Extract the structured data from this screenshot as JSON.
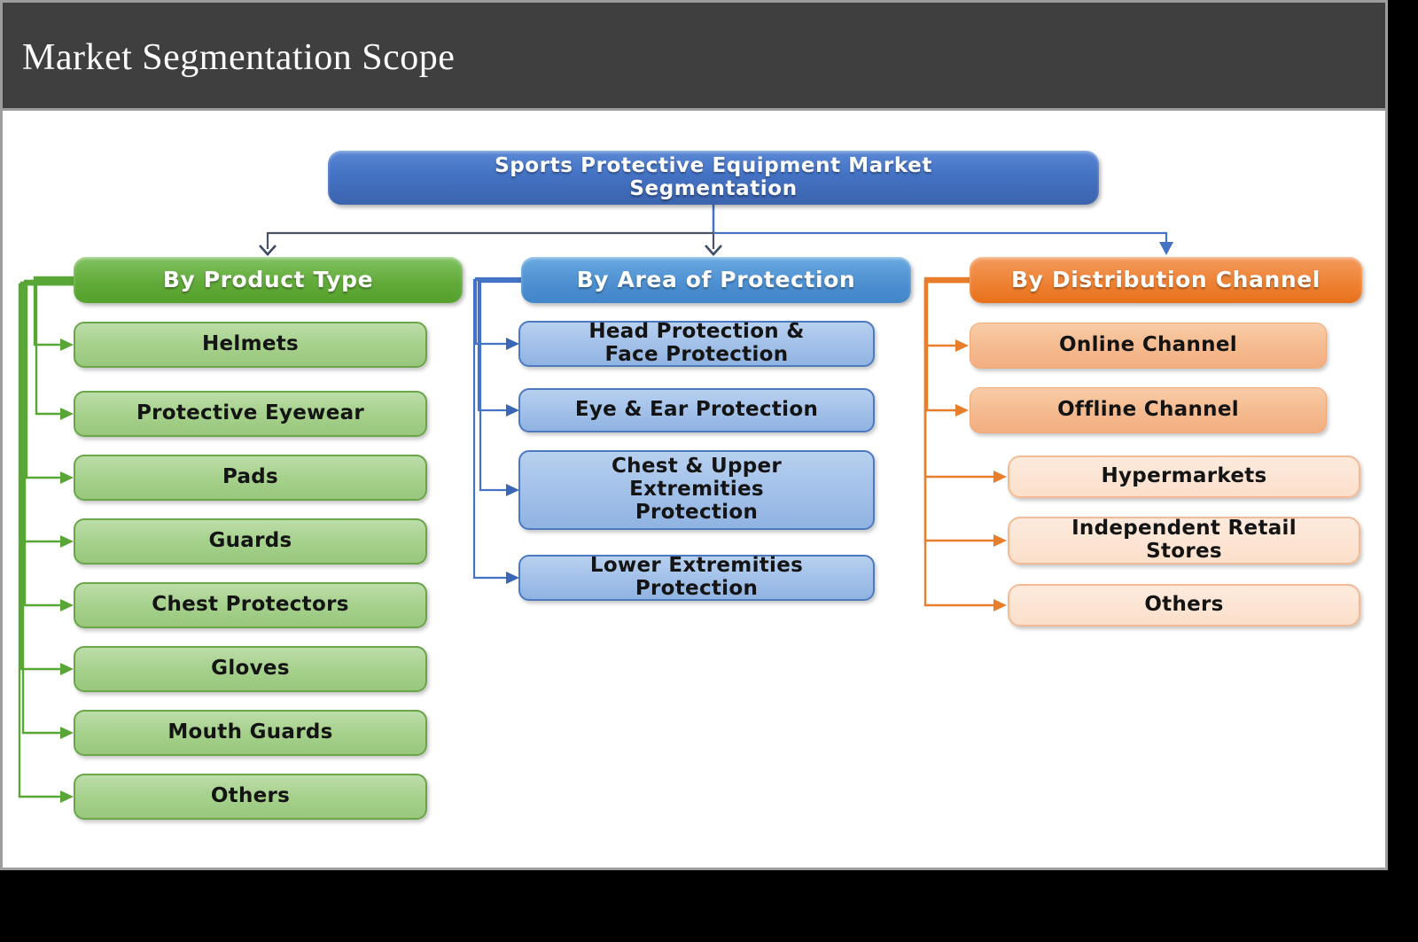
{
  "slide": {
    "title": "Market Segmentation Scope"
  },
  "root": {
    "label": "Sports Protective Equipment Market Segmentation"
  },
  "columns": [
    {
      "id": "product-type",
      "header": "By Product Type",
      "accent": "#70AD47",
      "items": [
        "Helmets",
        "Protective Eyewear",
        "Pads",
        "Guards",
        "Chest Protectors",
        "Gloves",
        "Mouth Guards",
        "Others"
      ]
    },
    {
      "id": "area-of-protection",
      "header": "By Area of Protection",
      "accent": "#5B9BD5",
      "items": [
        "Head Protection & Face Protection",
        "Eye & Ear Protection",
        "Chest & Upper Extremities Protection",
        "Lower Extremities Protection"
      ]
    },
    {
      "id": "distribution-channel",
      "header": "By Distribution Channel",
      "accent": "#ED7D31",
      "items": [
        "Online Channel",
        "Offline Channel"
      ],
      "subitems": [
        "Hypermarkets",
        "Independent Retail Stores",
        "Others"
      ]
    }
  ],
  "colors": {
    "root_box": "#4472C4",
    "title_band": "#3F3F3F",
    "connector_dark": "#4A5366",
    "connector_green": "#58A636",
    "connector_blue": "#4472C4",
    "connector_orange": "#E87D2C"
  }
}
